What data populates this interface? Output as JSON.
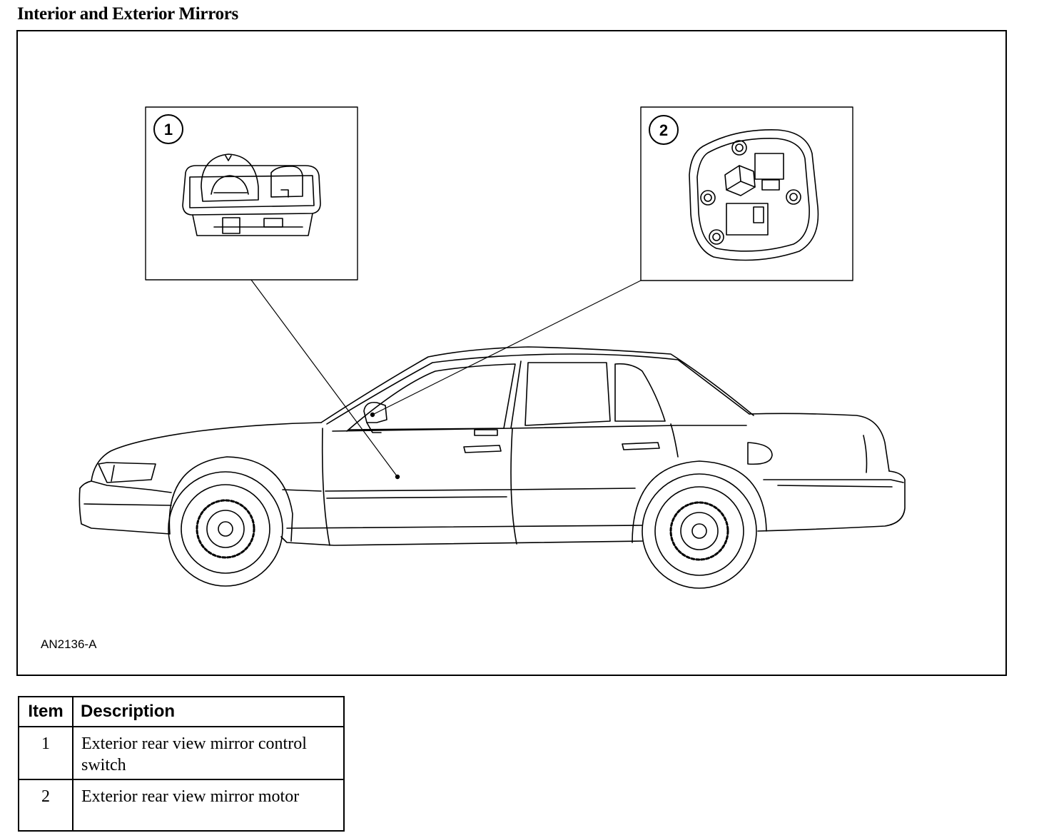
{
  "title": "Interior and Exterior Mirrors",
  "figure": {
    "code": "AN2136-A",
    "callouts": [
      {
        "number": "1",
        "icon": "mirror-control-switch-icon"
      },
      {
        "number": "2",
        "icon": "mirror-motor-icon"
      }
    ],
    "vehicle_icon": "sedan-side-view-icon"
  },
  "table": {
    "headers": {
      "item": "Item",
      "description": "Description"
    },
    "rows": [
      {
        "item": "1",
        "description": "Exterior rear view mirror control switch"
      },
      {
        "item": "2",
        "description": "Exterior rear view mirror motor"
      }
    ]
  }
}
